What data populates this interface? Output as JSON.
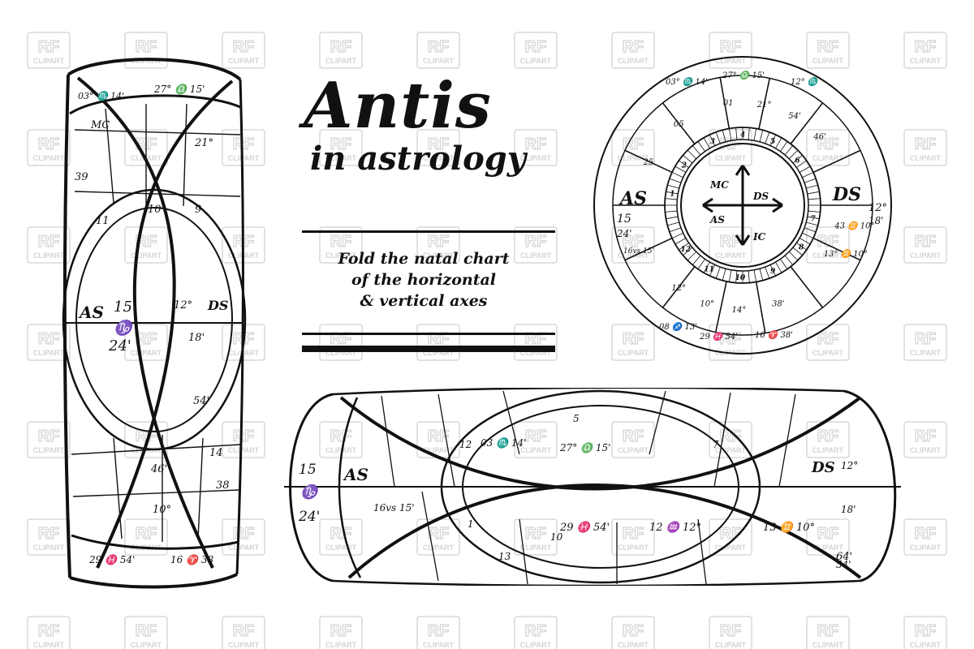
{
  "title": "Antis",
  "subtitle": "in astrology",
  "caption": {
    "line1": "Fold the natal chart",
    "line2": "of the horizontal",
    "line3": "& vertical axes"
  },
  "watermark": {
    "line1": "RF",
    "line2": "CLIPART"
  },
  "wheel": {
    "asc": "AS",
    "desc": "DS",
    "asc_degree": "15",
    "asc_minutes": "24'",
    "desc_degree": "12°",
    "desc_minutes": "18'",
    "center_mc": "MC",
    "center_ic": "IC",
    "center_as": "AS",
    "center_ds": "DS",
    "pluto_note": "16vs 15'",
    "top_marks": [
      "03° ♏ 14'",
      "27° ♎ 15'",
      "12° ♏"
    ],
    "bottom_marks": [
      "08 ♐ 13'",
      "29 ♓ 54'",
      "16 ♈ 38'"
    ],
    "houses": [
      "1",
      "2",
      "3",
      "4",
      "5",
      "6",
      "7",
      "8",
      "9",
      "10",
      "11",
      "12"
    ],
    "cell_texts": [
      "21°",
      "01",
      "54'",
      "46'",
      "14°",
      "38'",
      "10°",
      "12°",
      "13° ♊ 10°",
      "43 ♊ 10°",
      "25",
      "05"
    ]
  },
  "vertical_chart": {
    "asc": "AS",
    "desc": "DS",
    "numbers": [
      "15",
      "♑",
      "24'",
      "12°",
      "18'",
      "54'",
      "46'",
      "10°",
      "14",
      "38",
      "21°",
      "39",
      "11",
      "10",
      "9",
      "MC"
    ],
    "top_marks": [
      "03° ♏ 14'",
      "27° ♎ 15'"
    ],
    "bottom_marks": [
      "29 ♓ 54'",
      "16 ♈ 38"
    ]
  },
  "horizontal_chart": {
    "asc": "AS",
    "desc": "DS",
    "numbers": [
      "15",
      "♑",
      "24'",
      "12°",
      "18'",
      "54'",
      "16vs 15'",
      "03 ♏ 14'",
      "27° ♎ 15'",
      "12",
      "1",
      "13",
      "10",
      "5",
      "7"
    ],
    "strip_marks": [
      "29 ♓ 54'",
      "12 ♒ 12°",
      "13 ♊ 10°",
      "64'"
    ]
  }
}
